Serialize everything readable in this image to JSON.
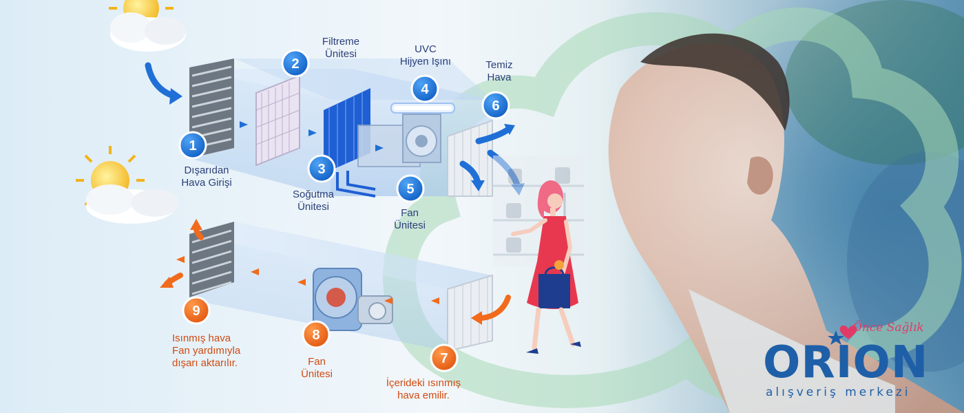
{
  "steps": [
    {
      "number": "1",
      "line1": "Dışarıdan",
      "line2": "Hava Girişi"
    },
    {
      "number": "2",
      "line1": "Filtreme",
      "line2": "Ünitesi"
    },
    {
      "number": "3",
      "line1": "Soğutma",
      "line2": "Ünitesi"
    },
    {
      "number": "4",
      "line1": "UVC",
      "line2": "Hijyen Işını"
    },
    {
      "number": "5",
      "line1": "Fan",
      "line2": "Ünitesi"
    },
    {
      "number": "6",
      "line1": "Temiz",
      "line2": "Hava"
    },
    {
      "number": "7",
      "line1": "İçerideki ısınmış",
      "line2": "hava emilir."
    },
    {
      "number": "8",
      "line1": "Fan",
      "line2": "Ünitesi"
    },
    {
      "number": "9",
      "line1": "Isınmış hava",
      "line2": "Fan yardımıyla",
      "line3": "dışarı aktarılır."
    }
  ],
  "brand": {
    "tagline": "Önce Sağlık",
    "name": "ORION",
    "subtitle": "alışveriş merkezi"
  },
  "colors": {
    "supply_accent": "#1f6fd6",
    "exhaust_accent": "#f26a1b",
    "brand_blue": "#1e5fa8",
    "brand_pink": "#e23a66"
  }
}
